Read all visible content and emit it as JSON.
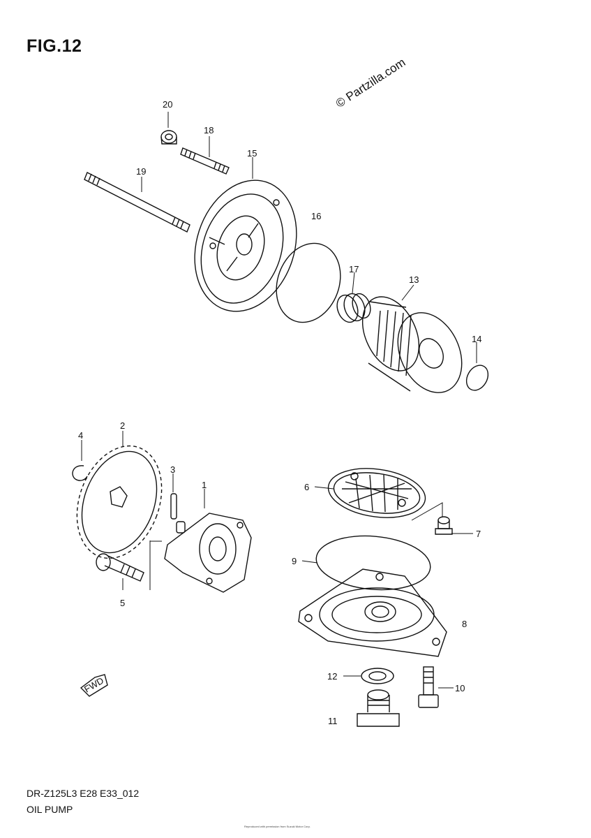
{
  "figure": {
    "title": "FIG.12",
    "watermark": "© Partzilla.com",
    "model_code": "DR-Z125L3 E28 E33_012",
    "section_name": "OIL PUMP",
    "small_print": "Reproduced with permission from Suzuki Motor Corp."
  },
  "callouts": [
    "1",
    "2",
    "3",
    "4",
    "5",
    "6",
    "7",
    "8",
    "9",
    "10",
    "11",
    "12",
    "13",
    "14",
    "15",
    "16",
    "17",
    "18",
    "19",
    "20"
  ],
  "front_indicator": "FWD"
}
